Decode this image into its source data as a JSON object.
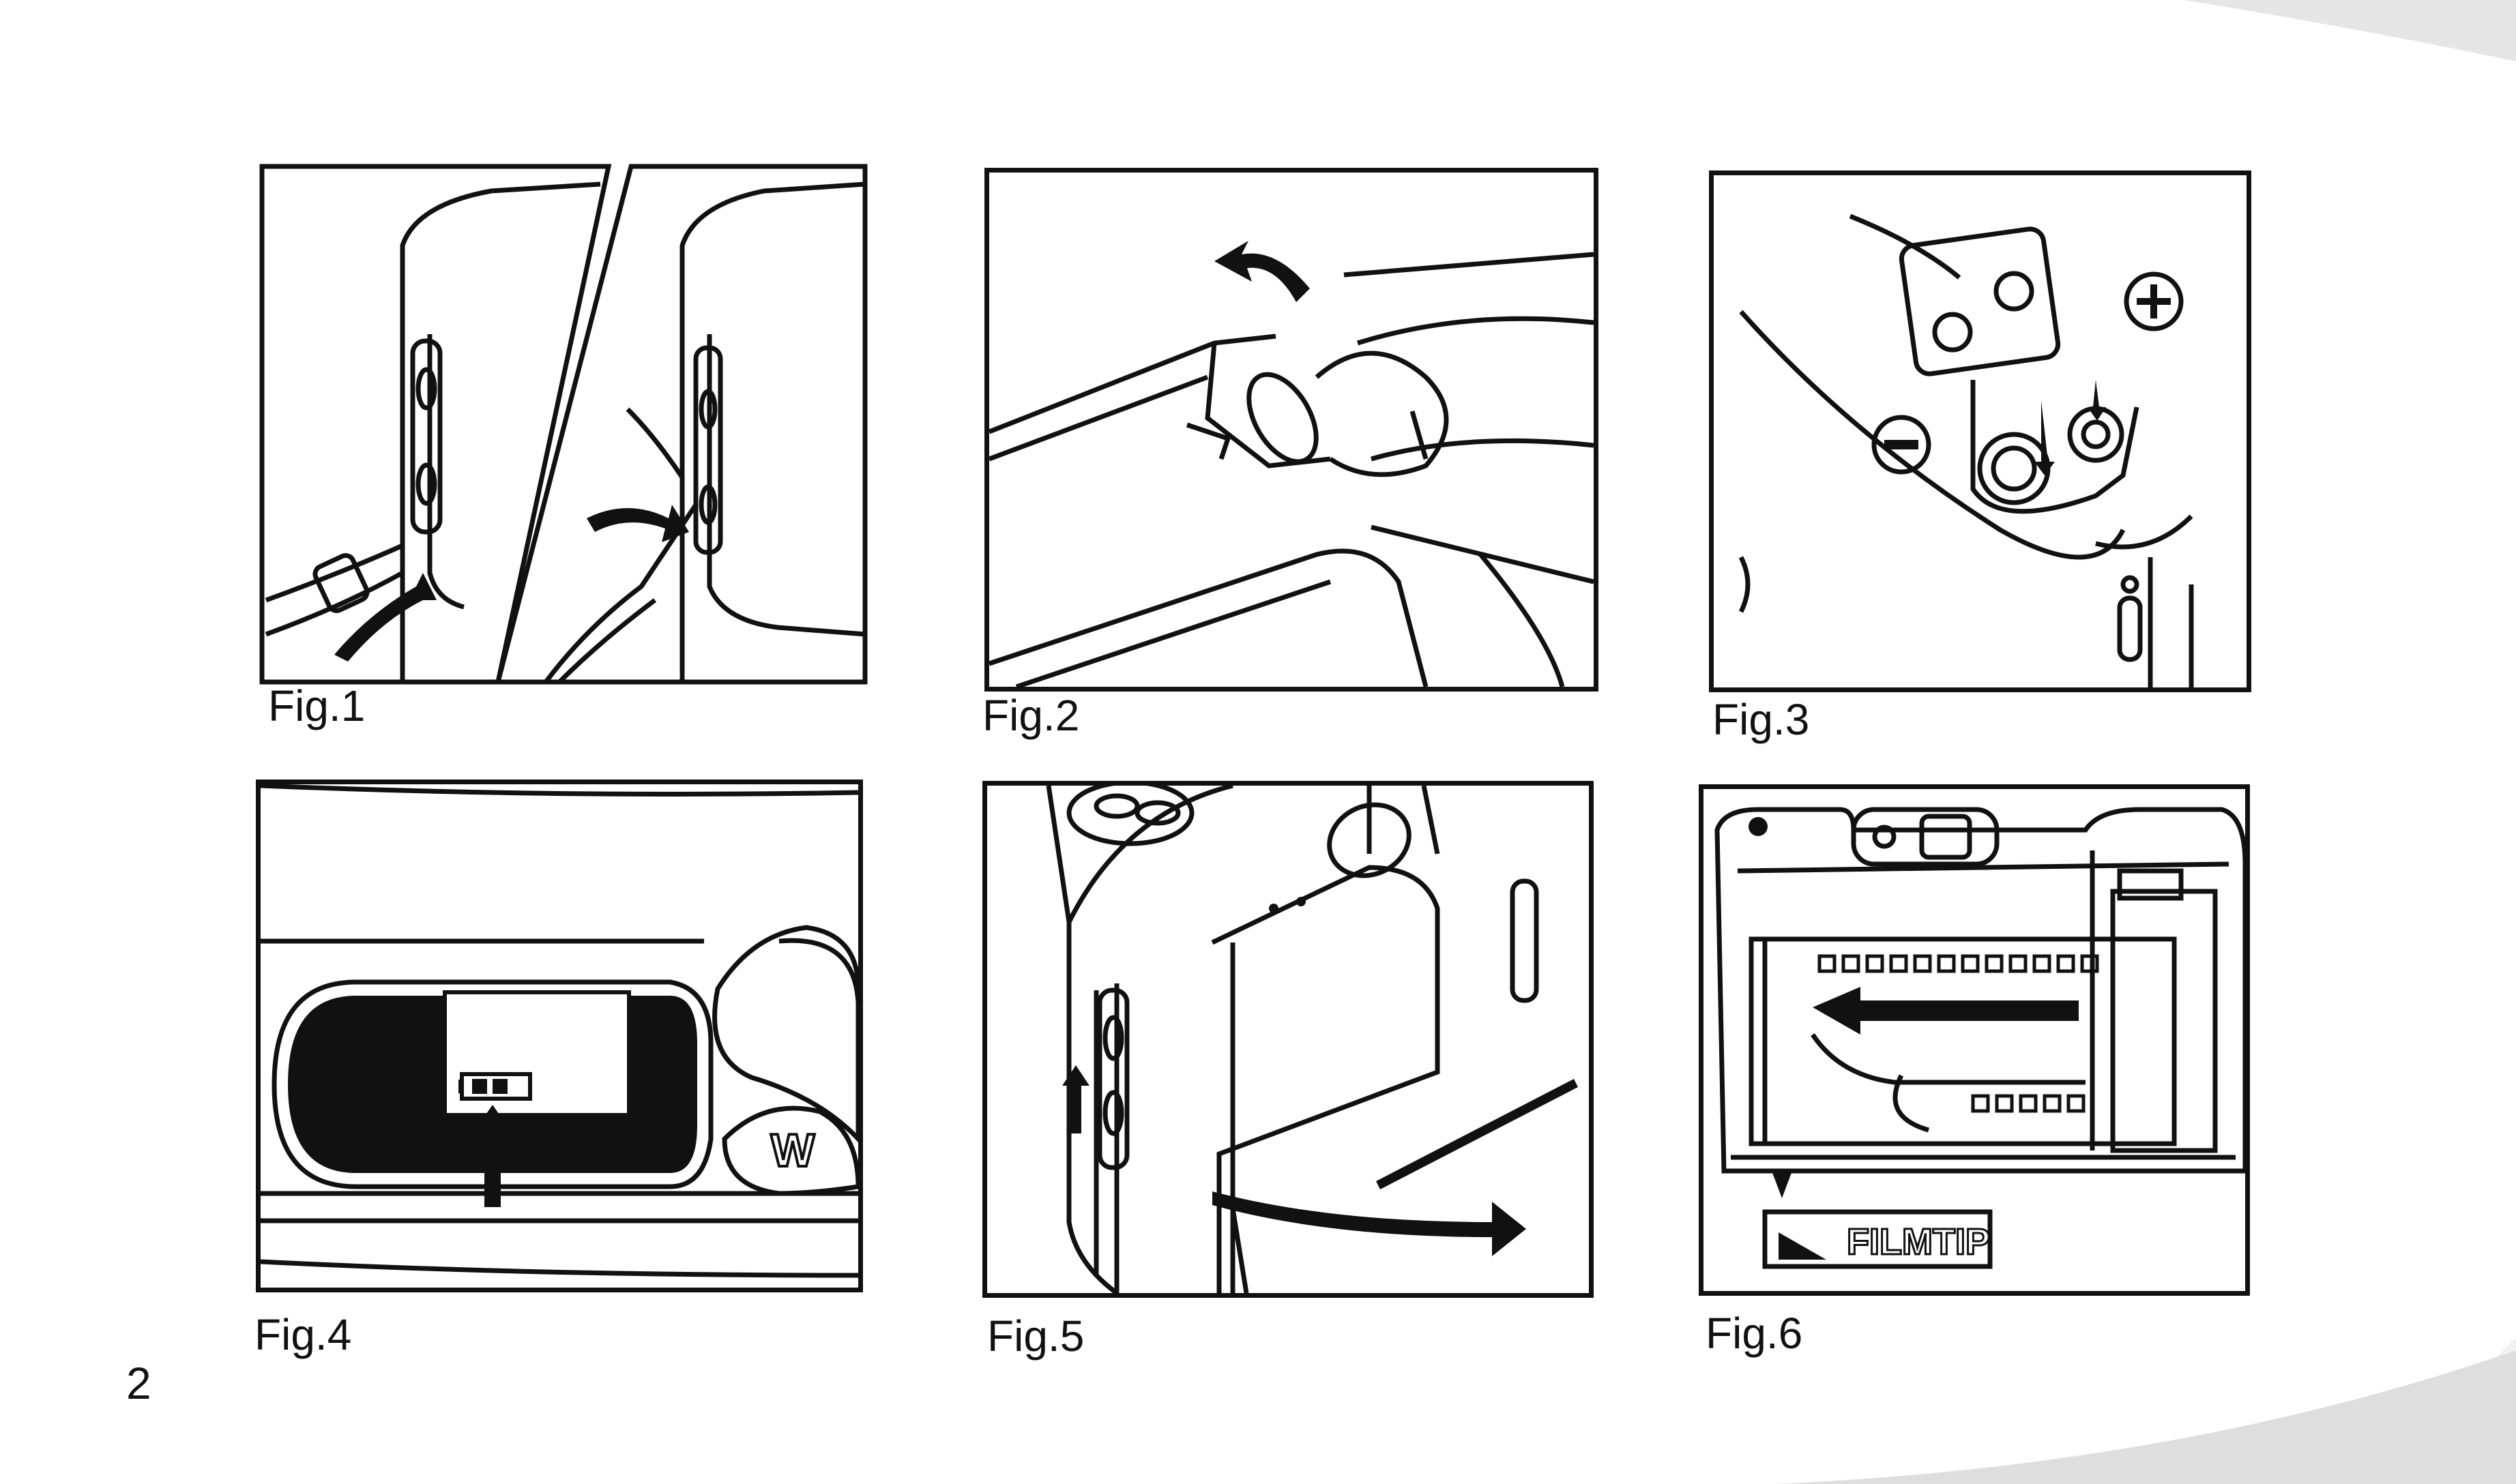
{
  "figures": [
    {
      "caption": "Fig.1"
    },
    {
      "caption": "Fig.2"
    },
    {
      "caption": "Fig.3"
    },
    {
      "caption": "Fig.4"
    },
    {
      "caption": "Fig.5"
    },
    {
      "caption": "Fig.6"
    }
  ],
  "fig4": {
    "button_label": "W"
  },
  "fig6": {
    "film_tip_label": "FILMTIP"
  },
  "page_number": "2"
}
